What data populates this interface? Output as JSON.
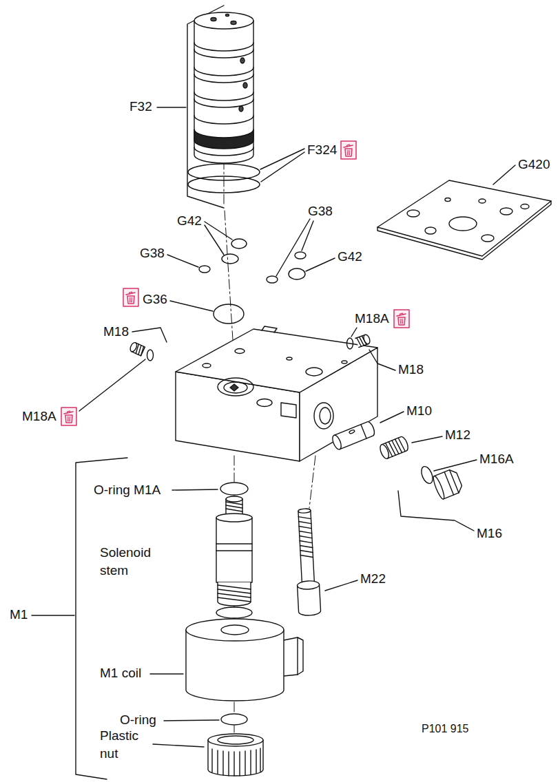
{
  "diagram": {
    "labels": [
      "F32",
      "F324",
      "G420",
      "G42",
      "G38",
      "G38",
      "G42",
      "G36",
      "M18",
      "M18A",
      "M18A",
      "M18",
      "M10",
      "M12",
      "M16A",
      "M16",
      "O-ring M1A",
      "Solenoid stem",
      "M22",
      "M1",
      "M1 coil",
      "O-ring",
      "Plastic nut",
      "P101 915"
    ]
  }
}
